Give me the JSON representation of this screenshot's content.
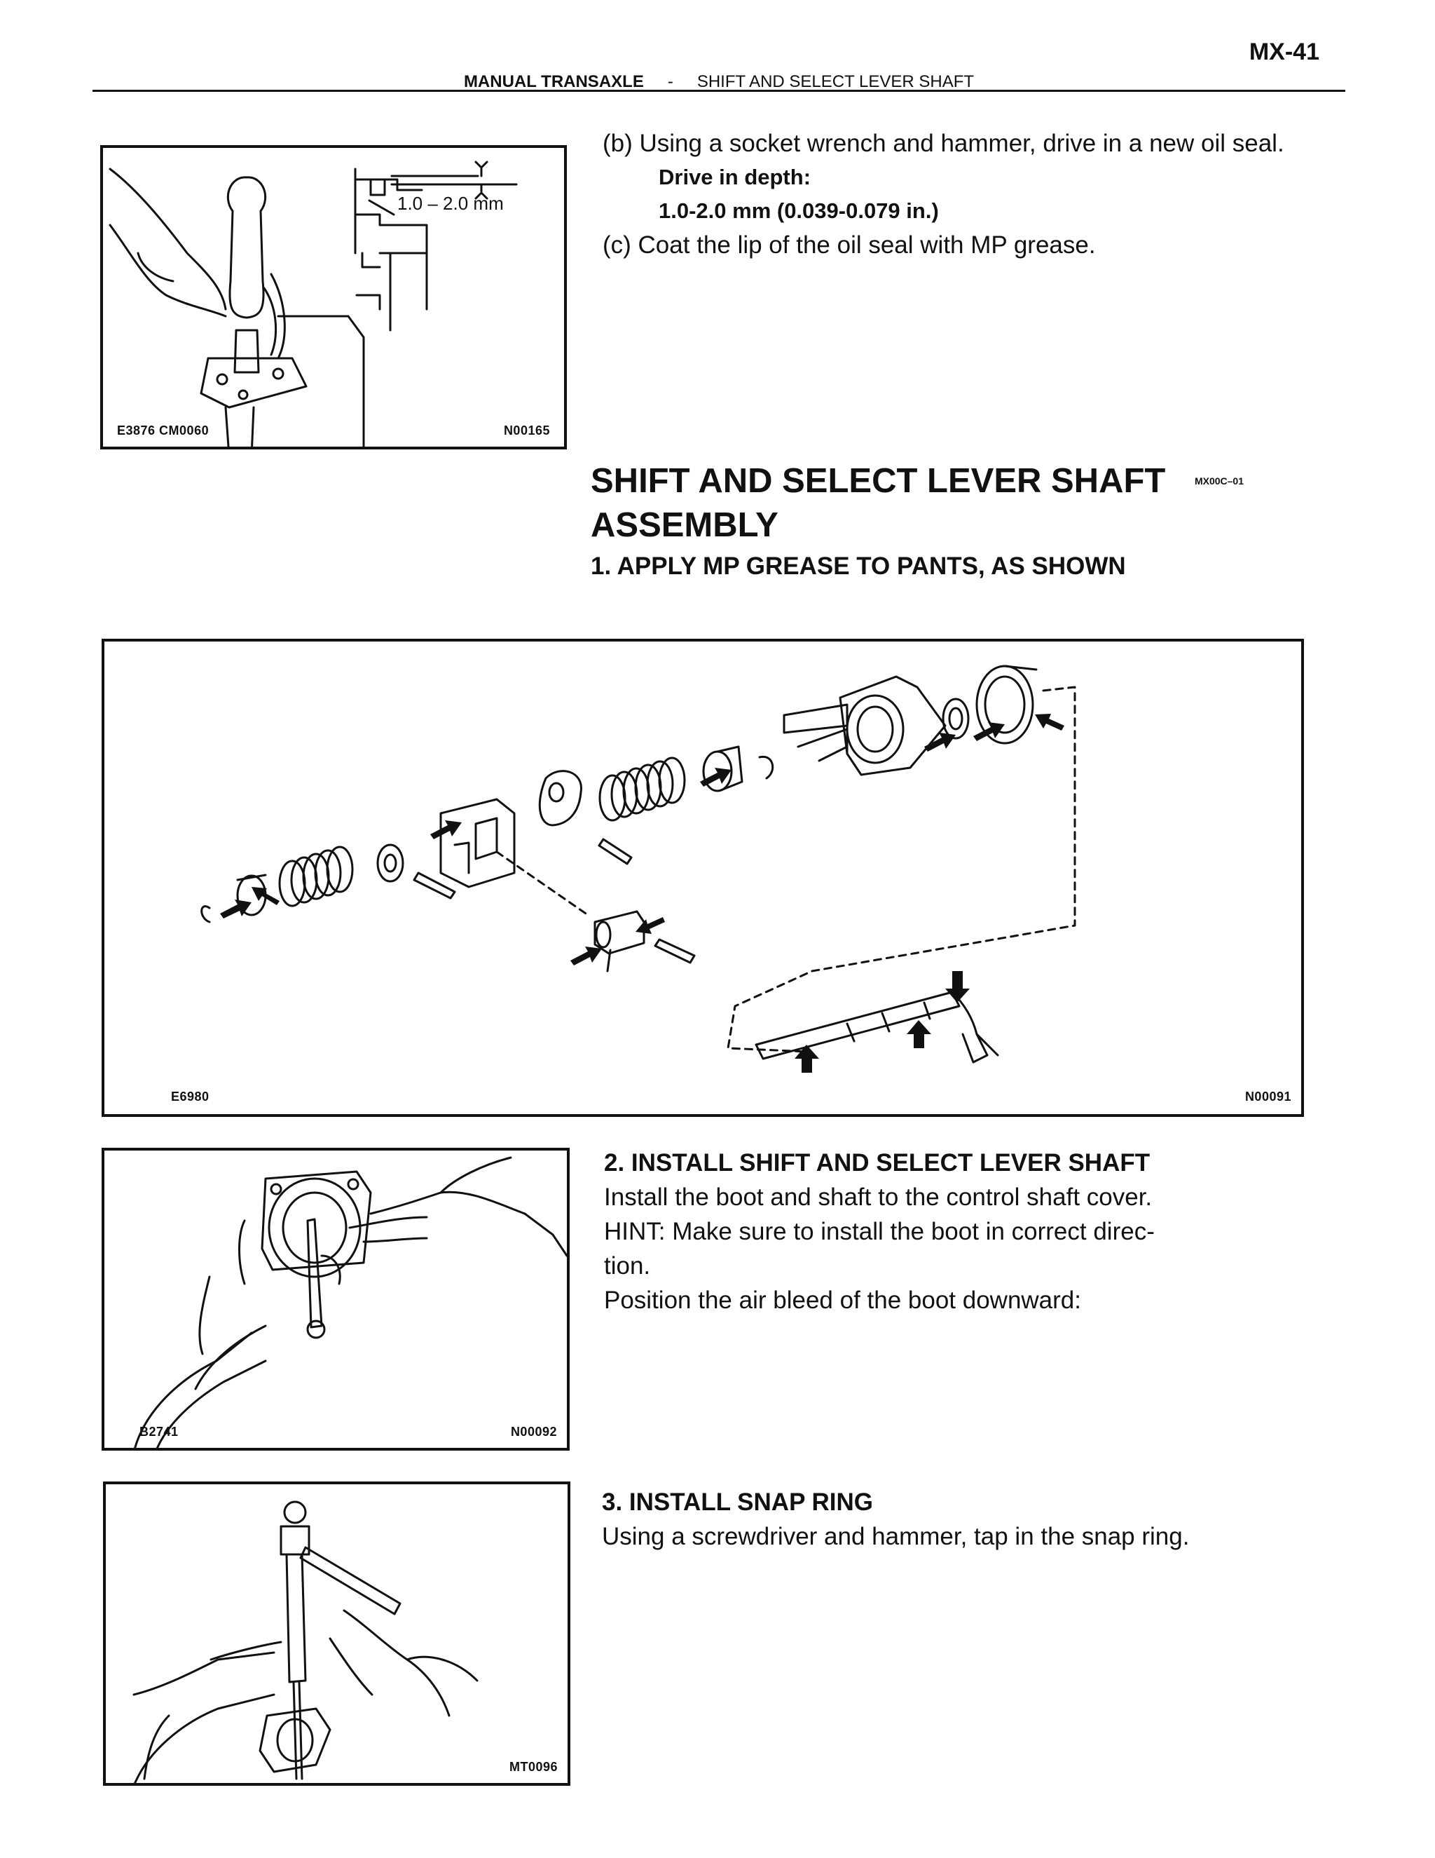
{
  "header": {
    "page_number": "MX-41",
    "section": "MANUAL TRANSAXLE",
    "separator": "-",
    "topic": "SHIFT AND SELECT LEVER SHAFT"
  },
  "fig1": {
    "dimension_label": "1.0 – 2.0 mm",
    "code_left": "E3876 CM0060",
    "code_right": "N00165"
  },
  "step_b": {
    "text": "(b) Using a socket wrench and hammer, drive in a new oil seal.",
    "spec_label": "Drive in depth:",
    "spec_value": "1.0-2.0  mm  (0.039-0.079  in.)"
  },
  "step_c": {
    "text": "(c) Coat the lip of the oil seal with MP grease."
  },
  "assembly": {
    "title_line1": "SHIFT AND SELECT LEVER SHAFT",
    "title_line2": "ASSEMBLY",
    "tag": "MX00C–01",
    "step1": "1. APPLY MP GREASE TO PANTS, AS SHOWN"
  },
  "fig2": {
    "code_left": "E6980",
    "code_right": "N00091"
  },
  "step2": {
    "heading": "2. INSTALL SHIFT AND SELECT LEVER SHAFT",
    "line1": "Install the boot and shaft to the control shaft cover.",
    "line2": "HINT: Make sure to install the boot in correct direc-",
    "line3": "tion.",
    "line4": "Position the air bleed of the boot downward:"
  },
  "fig3": {
    "code_left": "B2741",
    "code_right": "N00092"
  },
  "step3": {
    "heading": "3. INSTALL SNAP RING",
    "line1": "Using a screwdriver and hammer, tap in the snap ring."
  },
  "fig4": {
    "code_right": "MT0096"
  }
}
